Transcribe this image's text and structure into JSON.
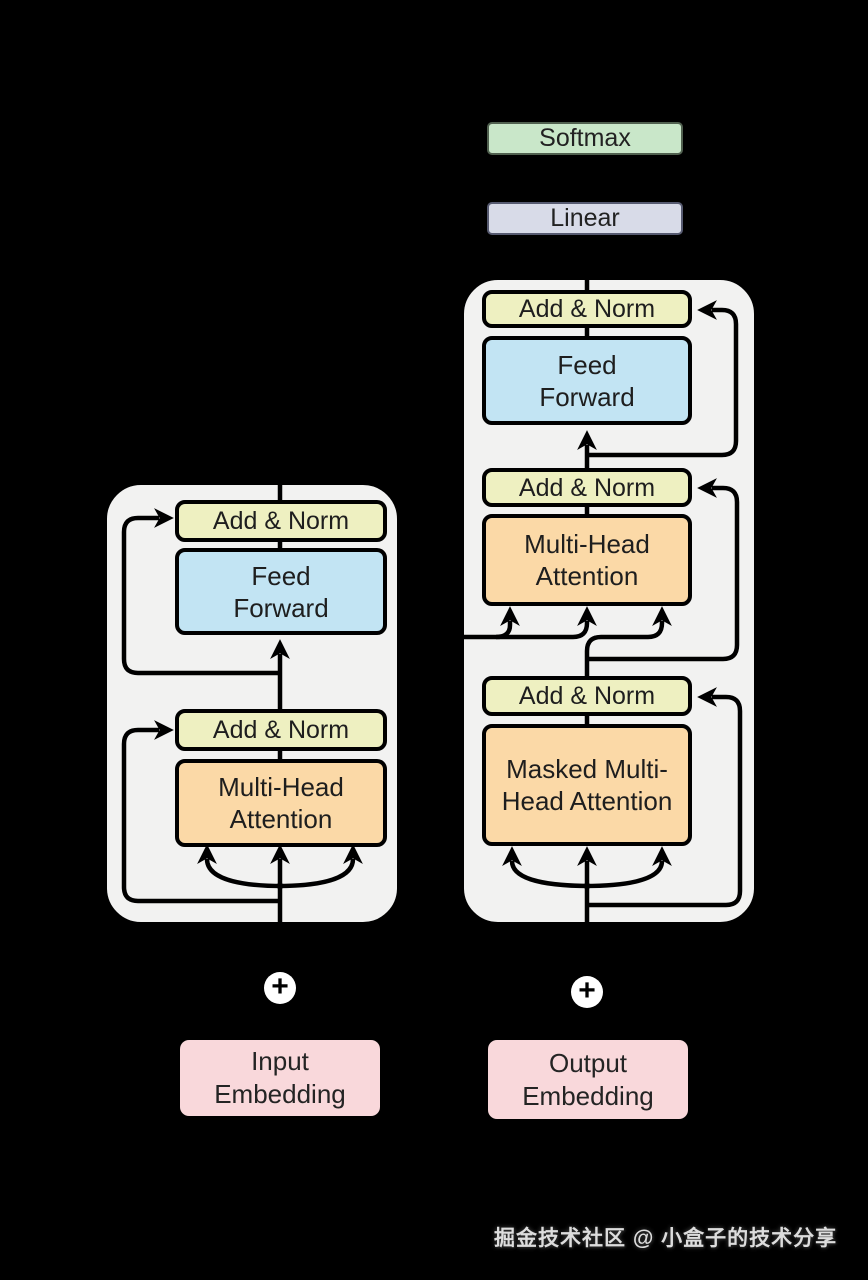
{
  "watermark": "掘金技术社区 @ 小盒子的技术分享",
  "output_layers": {
    "softmax": "Softmax",
    "linear": "Linear"
  },
  "decoder": {
    "add_norm_top": "Add & Norm",
    "feed_forward": "Feed Forward",
    "add_norm_middle": "Add & Norm",
    "multi_head_attention": "Multi-Head Attention",
    "add_norm_bottom": "Add & Norm",
    "masked_multi_head_attention": "Masked Multi-Head Attention",
    "output_embedding": "Output Embedding",
    "positional_add_symbol": "+"
  },
  "encoder": {
    "add_norm_top": "Add & Norm",
    "feed_forward": "Feed Forward",
    "add_norm_bottom": "Add & Norm",
    "multi_head_attention": "Multi-Head Attention",
    "input_embedding": "Input Embedding",
    "positional_add_symbol": "+"
  },
  "colors": {
    "background": "#000000",
    "container_fill": "#f2f2f1",
    "add_norm_fill": "#eef0c1",
    "feed_forward_fill": "#c2e4f3",
    "attention_fill": "#fbd9a7",
    "embedding_fill": "#f9d8db",
    "softmax_fill": "#c9e7c9",
    "linear_fill": "#d8dbe8",
    "line_color": "#000000"
  }
}
